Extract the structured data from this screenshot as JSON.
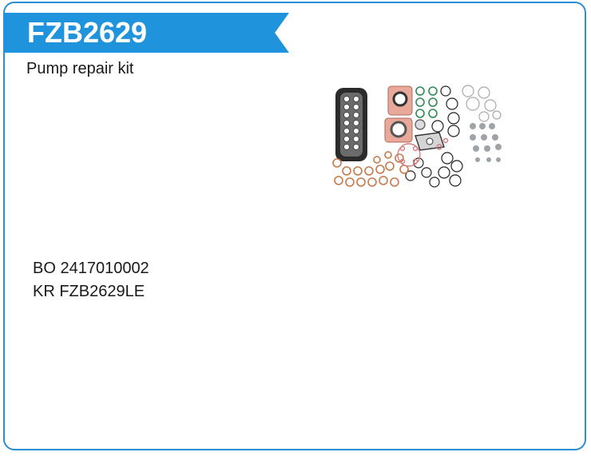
{
  "product": {
    "code": "FZB2629",
    "description": "Pump repair kit",
    "references": [
      "BO 2417010002",
      "KR FZB2629LE"
    ]
  },
  "colors": {
    "accent": "#1f93dc",
    "border": "#2a8fd1",
    "text": "#1a1a1a"
  },
  "image": {
    "icon": "gasket-kit-photo"
  }
}
